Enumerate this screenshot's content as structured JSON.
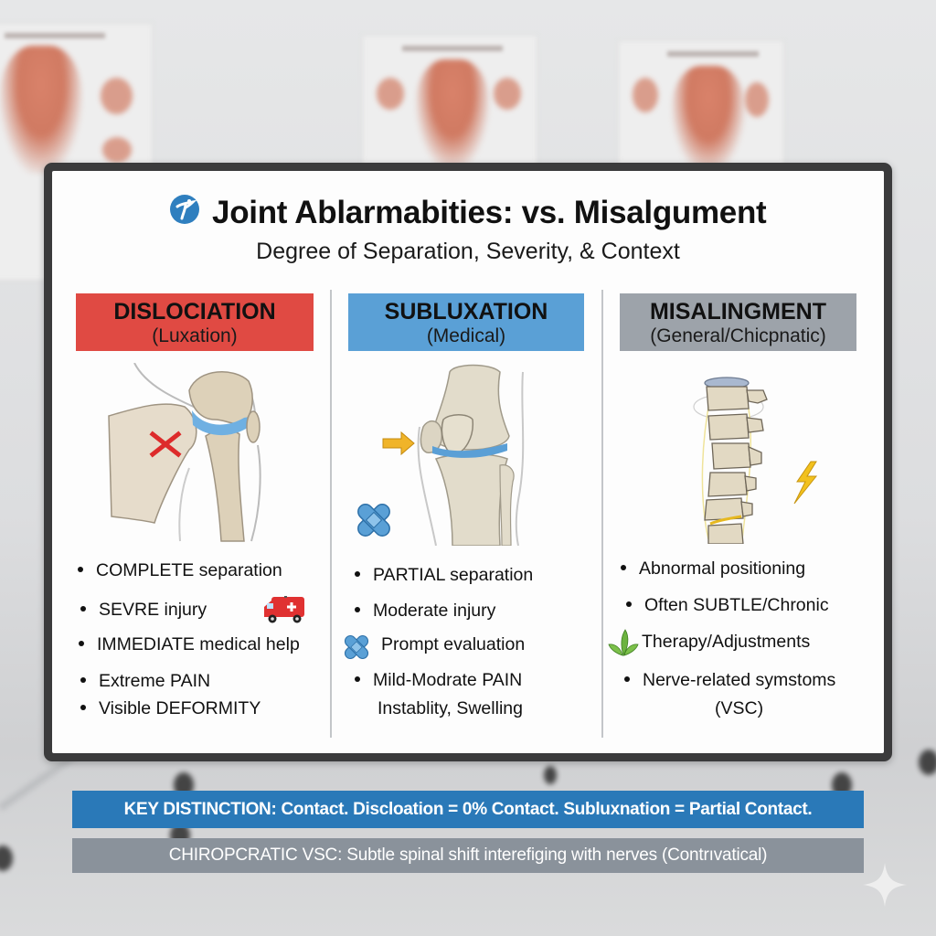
{
  "header": {
    "icon": "medical-figure-icon",
    "title": "Joint Ablarmabities: vs. Misalgument",
    "subtitle": "Degree of Separation, Severity, & Context"
  },
  "columns": [
    {
      "title": "DISLOCIATION",
      "subtitle": "(Luxation)",
      "header_color": "#e04a43",
      "illustration": "shoulder-joint-dislocation-illustration",
      "bullets": [
        {
          "text": "COMPLETE separation",
          "icon": "bullet"
        },
        {
          "text": "SEVRE injury",
          "icon": "bullet"
        },
        {
          "text": "IMMEDIATE medical help",
          "icon": "bullet"
        },
        {
          "text": "Extreme PAIN",
          "icon": "bullet"
        },
        {
          "text": "Visible DEFORMITY",
          "icon": "bullet"
        }
      ],
      "side_icon": "ambulance-icon"
    },
    {
      "title": "SUBLUXATION",
      "subtitle": "(Medical)",
      "header_color": "#5aa0d6",
      "illustration": "knee-joint-subluxation-illustration",
      "bullets": [
        {
          "text": "PARTIAL separation",
          "icon": "bullet"
        },
        {
          "text": "Moderate injury",
          "icon": "bullet"
        },
        {
          "text": "Prompt evaluation",
          "icon": "bandage-icon"
        },
        {
          "text": "Mild-Modrate PAIN",
          "icon": "bullet"
        },
        {
          "text": "Instablity, Swelling",
          "icon": "none"
        }
      ]
    },
    {
      "title": "MISALINGMENT",
      "subtitle": "(General/Chicpnatic)",
      "header_color": "#9da3aa",
      "illustration": "spine-vertebrae-misalignment-illustration",
      "bullets": [
        {
          "text": "Abnormal positioning",
          "icon": "bullet"
        },
        {
          "text": "Often SUBTLE/Chronic",
          "icon": "bullet"
        },
        {
          "text": "Therapy/Adjustments",
          "icon": "leaf-icon"
        },
        {
          "text": "Nerve-related symstoms",
          "icon": "bullet"
        },
        {
          "text": "(VSC)",
          "icon": "none"
        }
      ]
    }
  ],
  "footer": {
    "key_distinction": "KEY DISTINCTION: Contact. Discloation = 0% Contact. Subluxnation = Partial Contact.",
    "chiropractic_note": "CHIROPCRATIC VSC: Subtle spinal shift interefiging with nerves (Contrıvatical)",
    "key_color": "#2a79b8",
    "note_color": "#8a929b"
  },
  "watermark": "sparkle-icon"
}
